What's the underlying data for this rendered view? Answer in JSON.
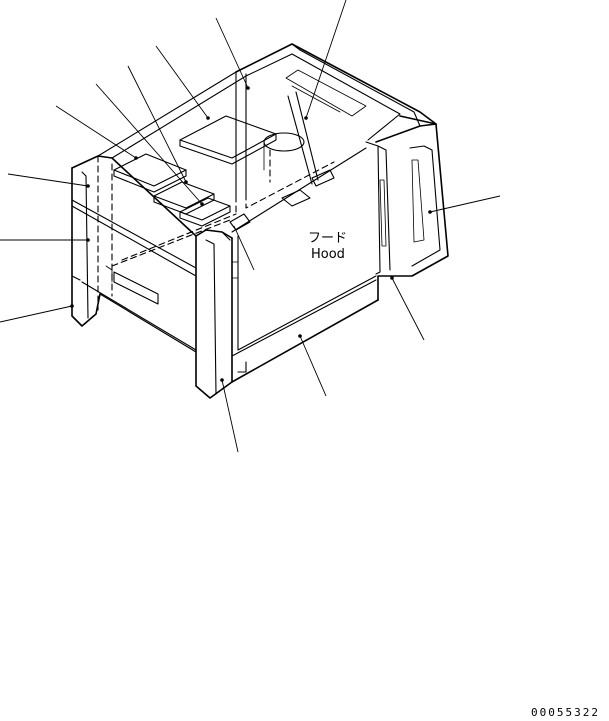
{
  "labels": {
    "hood_jp": "フード",
    "hood_en": "Hood"
  },
  "drawing_number": "00055322"
}
